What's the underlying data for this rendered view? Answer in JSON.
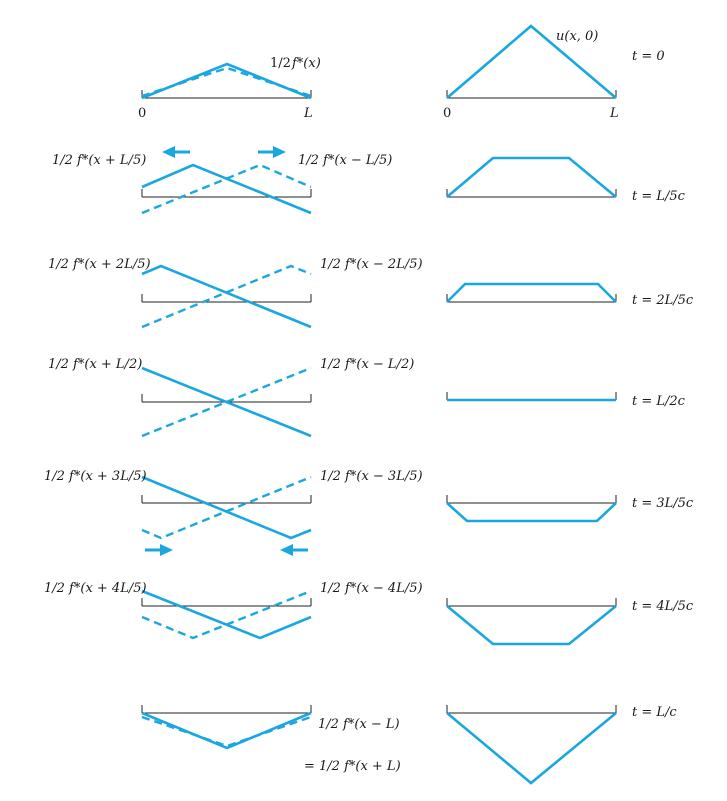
{
  "colors": {
    "wave": "#1aa7e0",
    "axis": "#222222"
  },
  "axis_labels": {
    "origin": "0",
    "end": "L"
  },
  "left_column": [
    {
      "label_main": "f*(x)",
      "label_coef": "1/2"
    },
    {
      "label_left": "1/2 f*(x + L/5)",
      "label_right": "1/2 f*(x − L/5)"
    },
    {
      "label_left": "1/2 f*(x + 2L/5)",
      "label_right": "1/2 f*(x − 2L/5)"
    },
    {
      "label_left": "1/2 f*(x + L/2)",
      "label_right": "1/2 f*(x − L/2)"
    },
    {
      "label_left": "1/2 f*(x + 3L/5)",
      "label_right": "1/2 f*(x − 3L/5)"
    },
    {
      "label_left": "1/2 f*(x + 4L/5)",
      "label_right": "1/2 f*(x − 4L/5)"
    },
    {
      "label_right_1": "1/2 f*(x − L)",
      "label_right_2": "= 1/2 f*(x + L)"
    }
  ],
  "right_column": {
    "u_label": "u(x, 0)",
    "times": [
      "t = 0",
      "t = L/5c",
      "t = 2L/5c",
      "t = L/2c",
      "t = 3L/5c",
      "t = 4L/5c",
      "t = L/c"
    ]
  }
}
